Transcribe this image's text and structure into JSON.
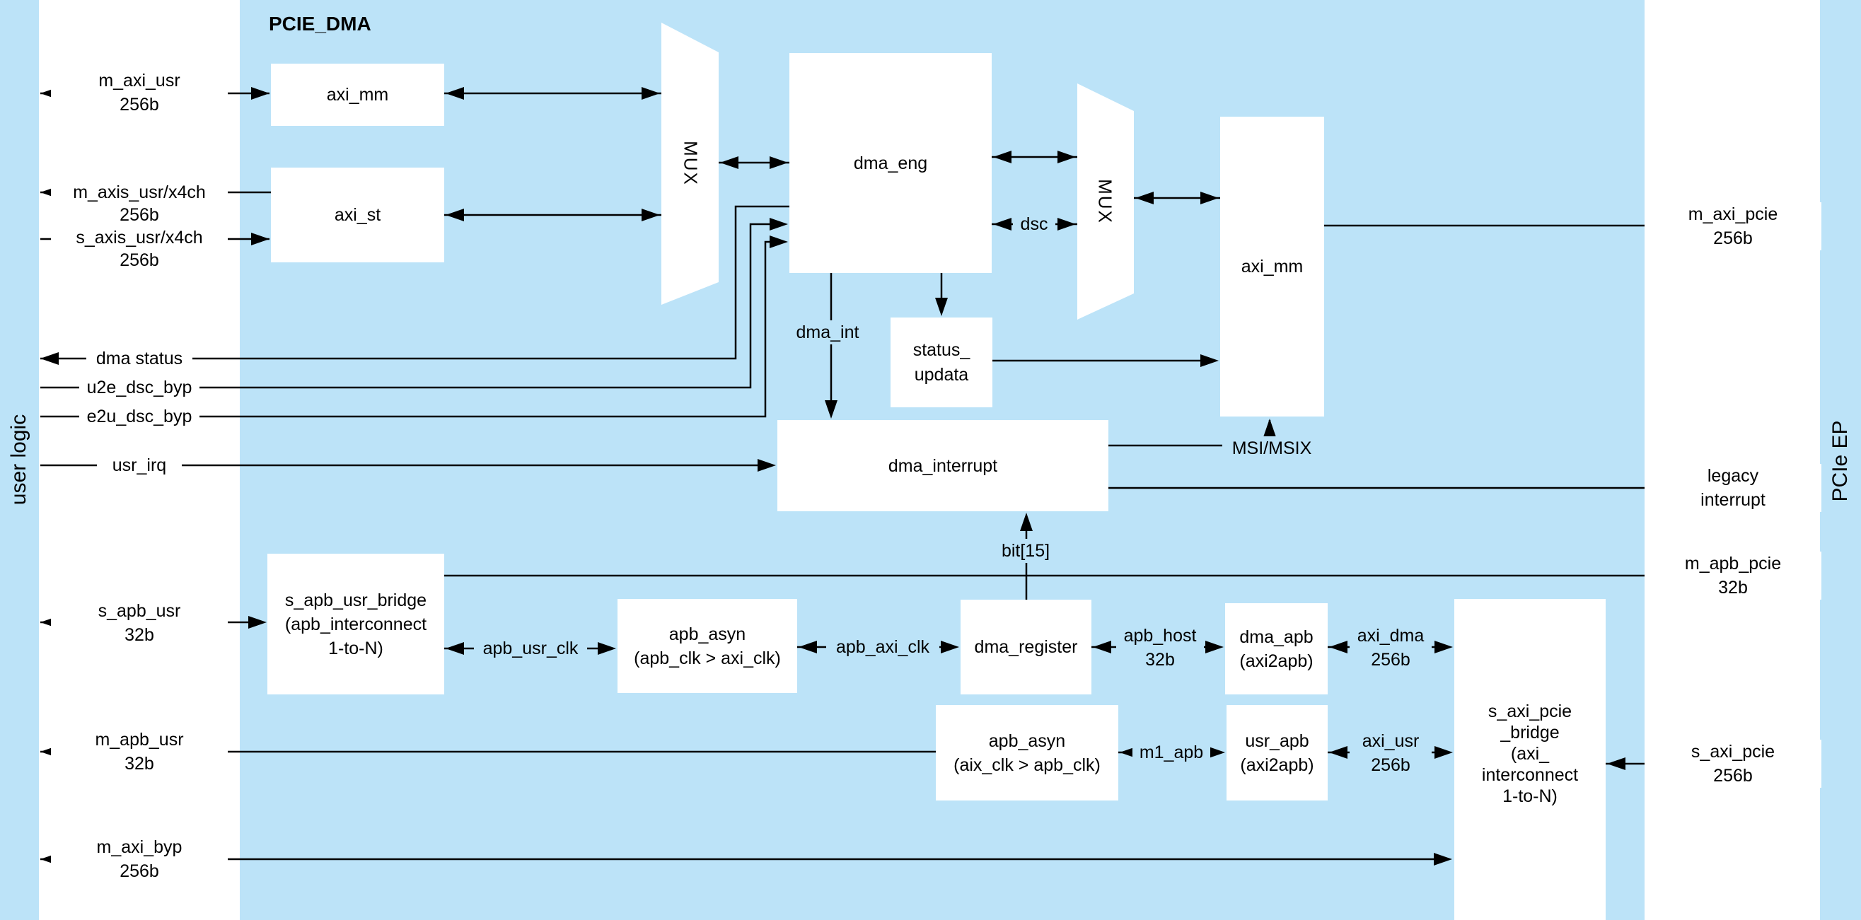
{
  "title": "PCIE_DMA",
  "zones": {
    "left": "user logic",
    "right": "PCIe EP"
  },
  "colors": {
    "background_blue": "#bce3f8",
    "block_fill": "#ffffff",
    "line": "#000000"
  },
  "blocks": {
    "axi_mm_left": "axi_mm",
    "axi_st": "axi_st",
    "mux1": "MUX",
    "dma_eng": "dma_eng",
    "mux2": "MUX",
    "axi_mm_right": "axi_mm",
    "status_update": "status_\nupdata",
    "dma_interrupt": "dma_interrupt",
    "s_apb_usr_bridge": "s_apb_usr_bridge\n(apb_interconnect\n1-to-N)",
    "apb_asyn_usr": "apb_asyn\n(apb_clk > axi_clk)",
    "dma_register": "dma_register",
    "dma_apb": "dma_apb\n(axi2apb)",
    "apb_asyn_m1": "apb_asyn\n(aix_clk > apb_clk)",
    "usr_apb": "usr_apb\n(axi2apb)",
    "s_axi_pcie_bridge": "s_axi_pcie\n_bridge\n(axi_\ninterconnect\n1-to-N)"
  },
  "signals": {
    "m_axi_usr": "m_axi_usr\n256b",
    "m_axis_usr": "m_axis_usr/x4ch\n256b",
    "s_axis_usr": "s_axis_usr/x4ch\n256b",
    "dma_status": "dma status",
    "u2e_dsc_byp": "u2e_dsc_byp",
    "e2u_dsc_byp": "e2u_dsc_byp",
    "usr_irq": "usr_irq",
    "s_apb_usr": "s_apb_usr\n32b",
    "m_apb_usr": "m_apb_usr\n32b",
    "m_axi_byp": "m_axi_byp\n256b",
    "m_axi_pcie": "m_axi_pcie\n256b",
    "legacy_interrupt": "legacy\ninterrupt",
    "m_apb_pcie": "m_apb_pcie\n32b",
    "s_axi_pcie": "s_axi_pcie\n256b",
    "apb_usr_clk": "apb_usr_clk",
    "apb_axi_clk": "apb_axi_clk",
    "apb_host": "apb_host\n32b",
    "axi_dma": "axi_dma\n256b",
    "m1_apb": "m1_apb",
    "axi_usr": "axi_usr\n256b",
    "dsc": "dsc",
    "dma_int": "dma_int",
    "bit15": "bit[15]",
    "msi_msix": "MSI/MSIX"
  }
}
